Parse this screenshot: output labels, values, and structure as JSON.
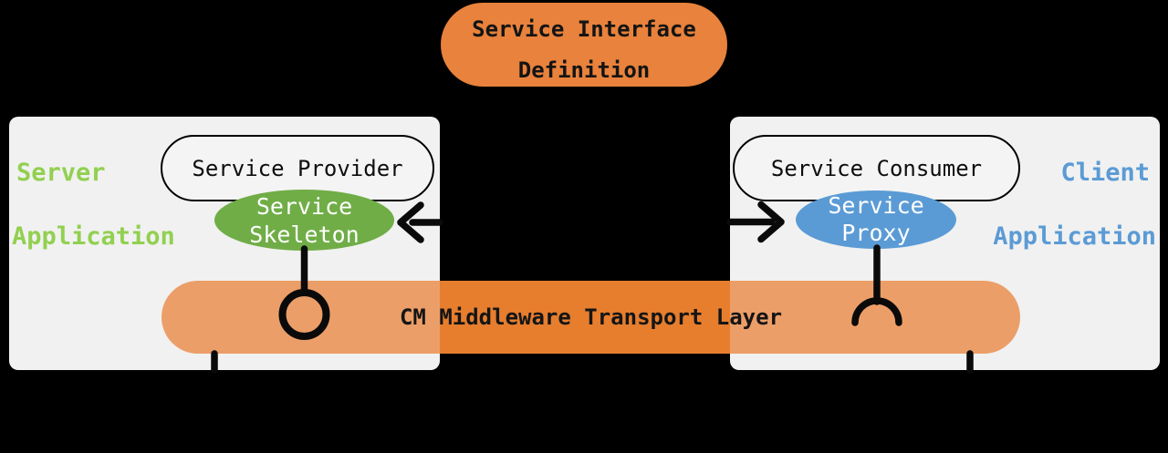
{
  "colors": {
    "background": "#000000",
    "box": "#F1F1F1",
    "orange": "#E8823C",
    "orange-deep": "#E67E2E",
    "orange-light": "#EC9E68",
    "green": "#70AD47",
    "green-text": "#92D050",
    "blue": "#5B9BD5"
  },
  "interface_definition": {
    "line1": "Service Interface",
    "line2": "Definition"
  },
  "server": {
    "label_line1": "Server",
    "label_line2": "Application",
    "provider_label": "Service Provider",
    "skeleton_line1": "Service",
    "skeleton_line2": "Skeleton"
  },
  "client": {
    "label_line1": "Client",
    "label_line2": "Application",
    "consumer_label": "Service Consumer",
    "proxy_line1": "Service",
    "proxy_line2": "Proxy"
  },
  "transport": {
    "label": "CM Middleware Transport Layer"
  },
  "icons": {
    "arrow_to_skeleton": "left-arrow-icon",
    "arrow_to_proxy": "right-arrow-icon",
    "skeleton_connector": "provided-interface-ball-icon",
    "proxy_connector": "required-interface-socket-icon"
  }
}
